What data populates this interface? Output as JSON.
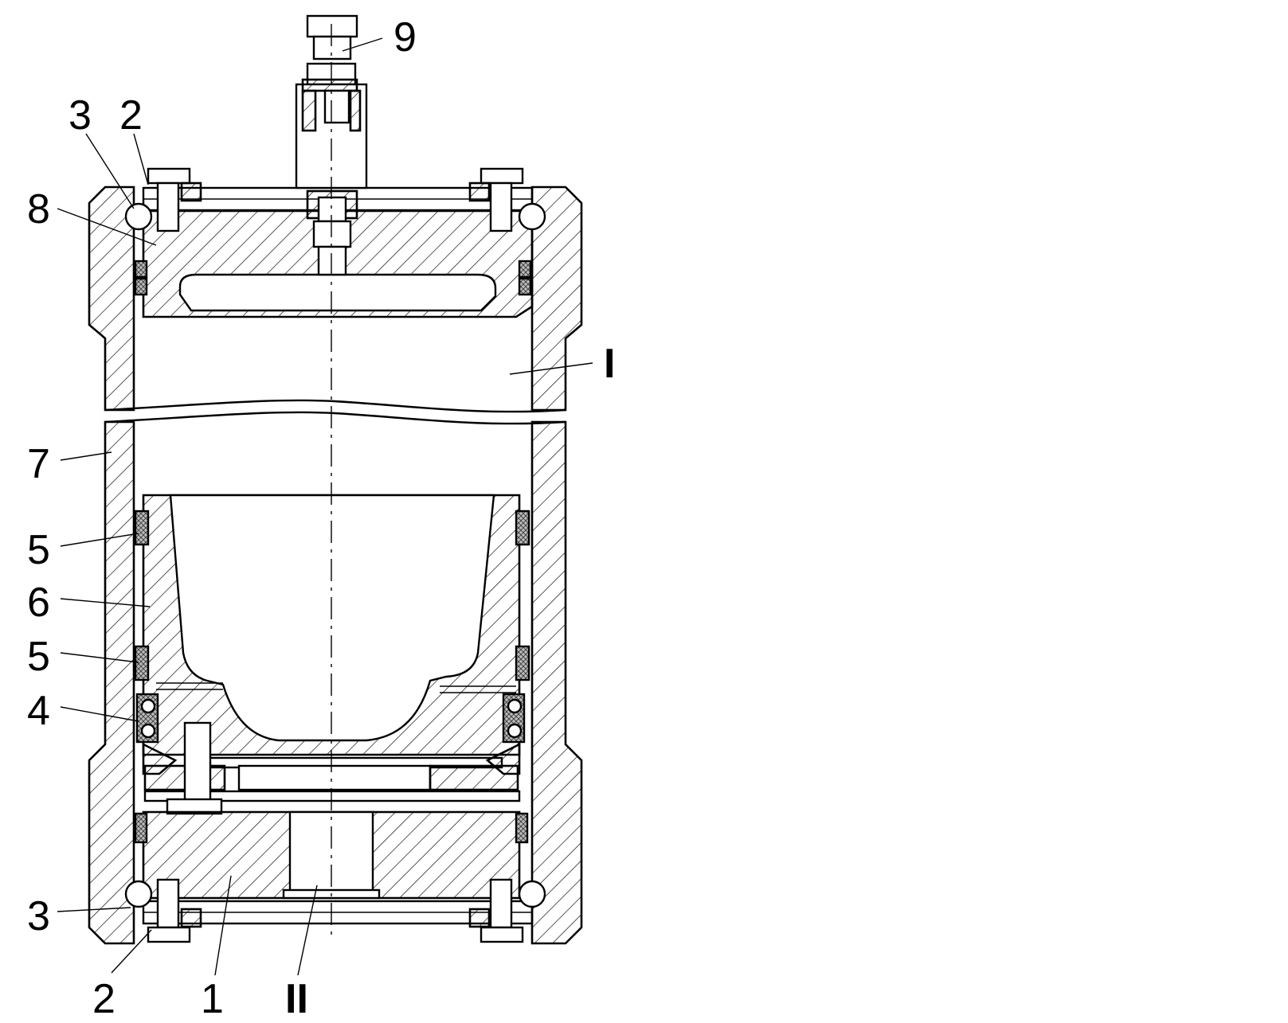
{
  "figure": {
    "labels": {
      "l9": "9",
      "l3_top": "3",
      "l2_top": "2",
      "l8": "8",
      "lI": "I",
      "l7": "7",
      "l5_upper": "5",
      "l6": "6",
      "l5_lower": "5",
      "l4": "4",
      "l3_bottom": "3",
      "l2_bottom": "2",
      "l1": "1",
      "lII": "II"
    }
  }
}
